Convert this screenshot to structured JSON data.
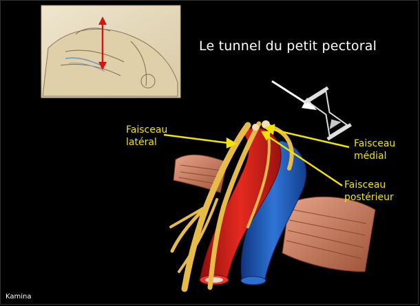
{
  "slide": {
    "title": "Le tunnel du petit pectoral",
    "credit": "Kamina",
    "labels": {
      "lateral": "Faisceau\nlatéral",
      "medial": "Faisceau\nmédial",
      "posterieur": "Faisceau\npostérieur"
    },
    "colors": {
      "background": "#000000",
      "label": "#f2e300",
      "title": "#ffffff",
      "artery": "#d21a14",
      "vein": "#1f5fc0",
      "nerve": "#e7bb4a",
      "muscle": "#c98061"
    },
    "icons": {
      "hourglass": "hourglass-icon",
      "arrow": "red-double-arrow-icon"
    }
  }
}
